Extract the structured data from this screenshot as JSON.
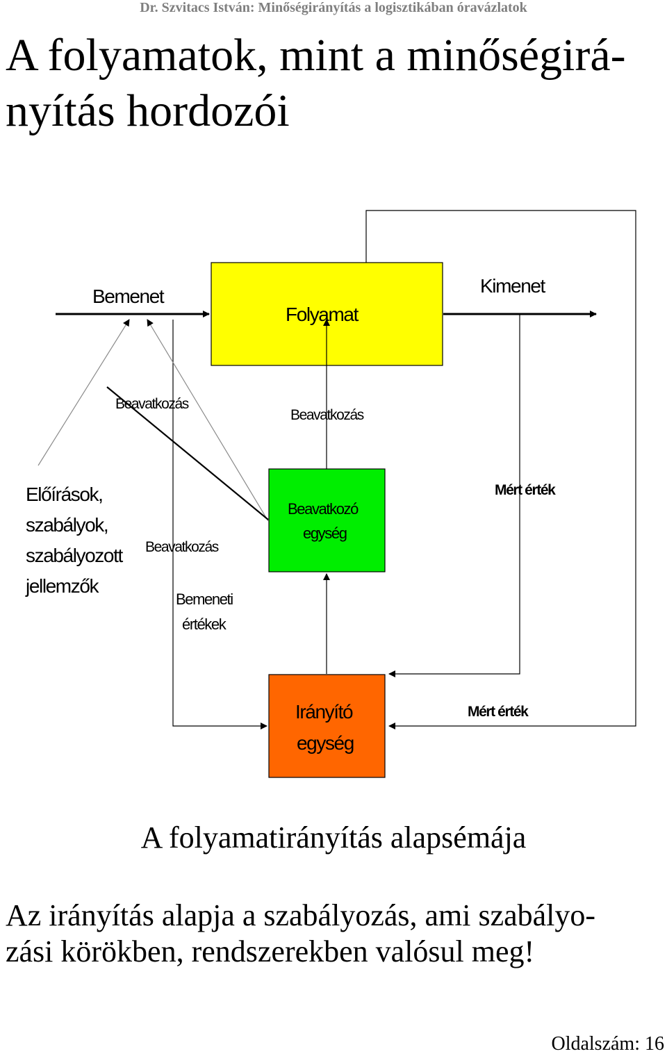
{
  "header": "Dr. Szvitacs István: Minőségirányítás a logisztikában óravázlatok",
  "title": {
    "line1": "A folyamatok, mint a minőségirá-",
    "line2": "nyítás hordozói"
  },
  "diagram": {
    "process_box": "Folyamat",
    "input_label": "Bemenet",
    "output_label": "Kimenet",
    "intervention_left": "Beavatkozás",
    "intervention_center": "Beavatkozás",
    "intervention_mid": "Beavatkozás",
    "regulations": [
      "Előírások,",
      "szabályok,",
      "szabályozott",
      "jellemzők"
    ],
    "input_values": [
      "Bemeneti",
      "értékek"
    ],
    "actuator_box": [
      "Beavatkozó",
      "egység"
    ],
    "measured_upper": "Mért érték",
    "measured_lower": "Mért érték",
    "controller_box": [
      "Irányító",
      "egység"
    ],
    "colors": {
      "process": "#ffff00",
      "actuator": "#00ee00",
      "controller": "#ff6600",
      "lines": "#000000",
      "thin_lines": "#9a9a9a"
    }
  },
  "caption": "A folyamatirányítás alapsémája",
  "body": {
    "line1": "Az irányítás alapja a szabályozás, ami szabályo-",
    "line2": "zási körökben, rendszerekben valósul meg!"
  },
  "footer": "Oldalszám: 16"
}
